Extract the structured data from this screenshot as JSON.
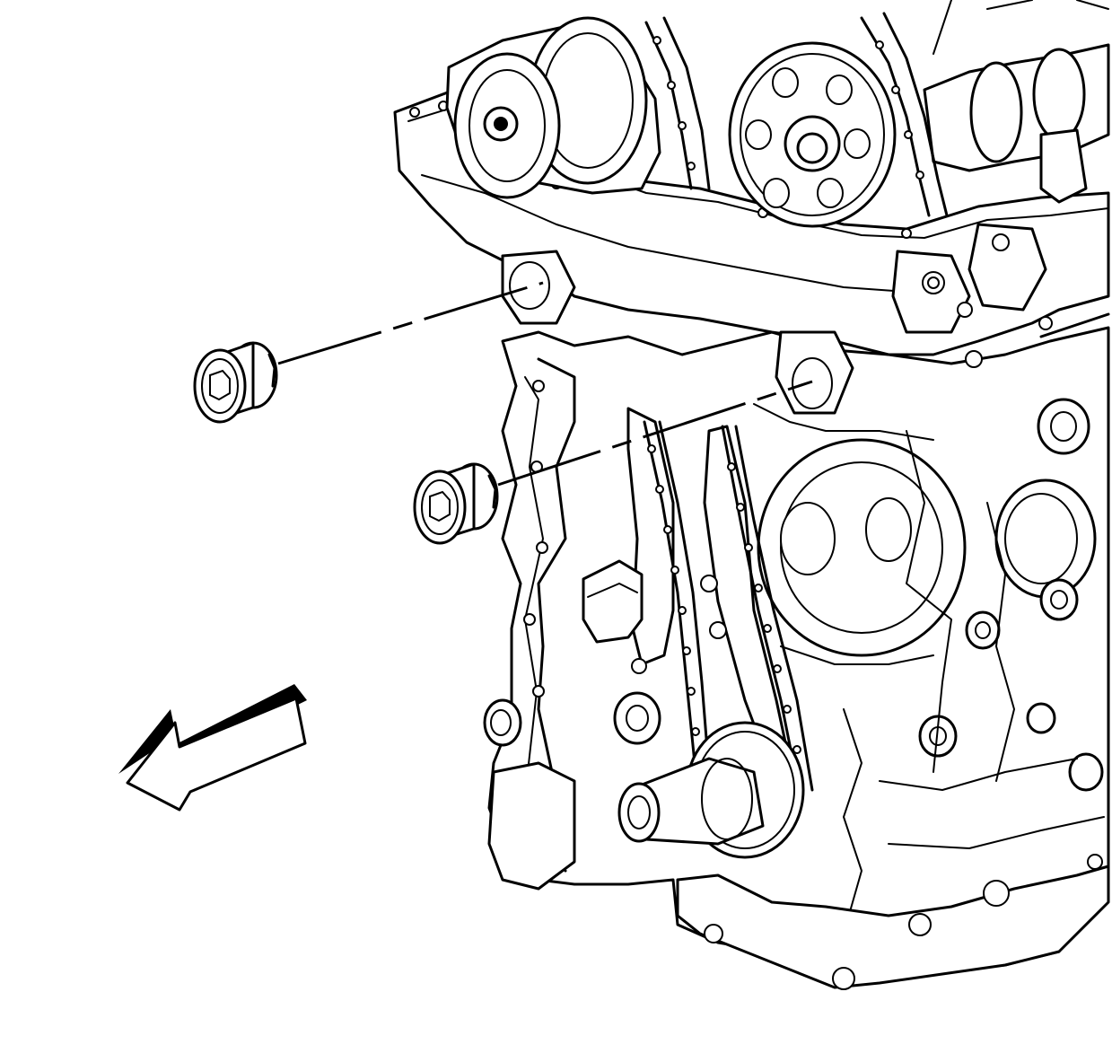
{
  "diagram": {
    "kind": "exploded-view-illustration",
    "parts": [
      {
        "id": "upper-plug",
        "icon": "hex-socket-plug"
      },
      {
        "id": "lower-plug",
        "icon": "hex-socket-plug"
      }
    ],
    "orientation_arrow": {
      "icon": "front-direction-arrow",
      "points": "lower-left"
    }
  }
}
